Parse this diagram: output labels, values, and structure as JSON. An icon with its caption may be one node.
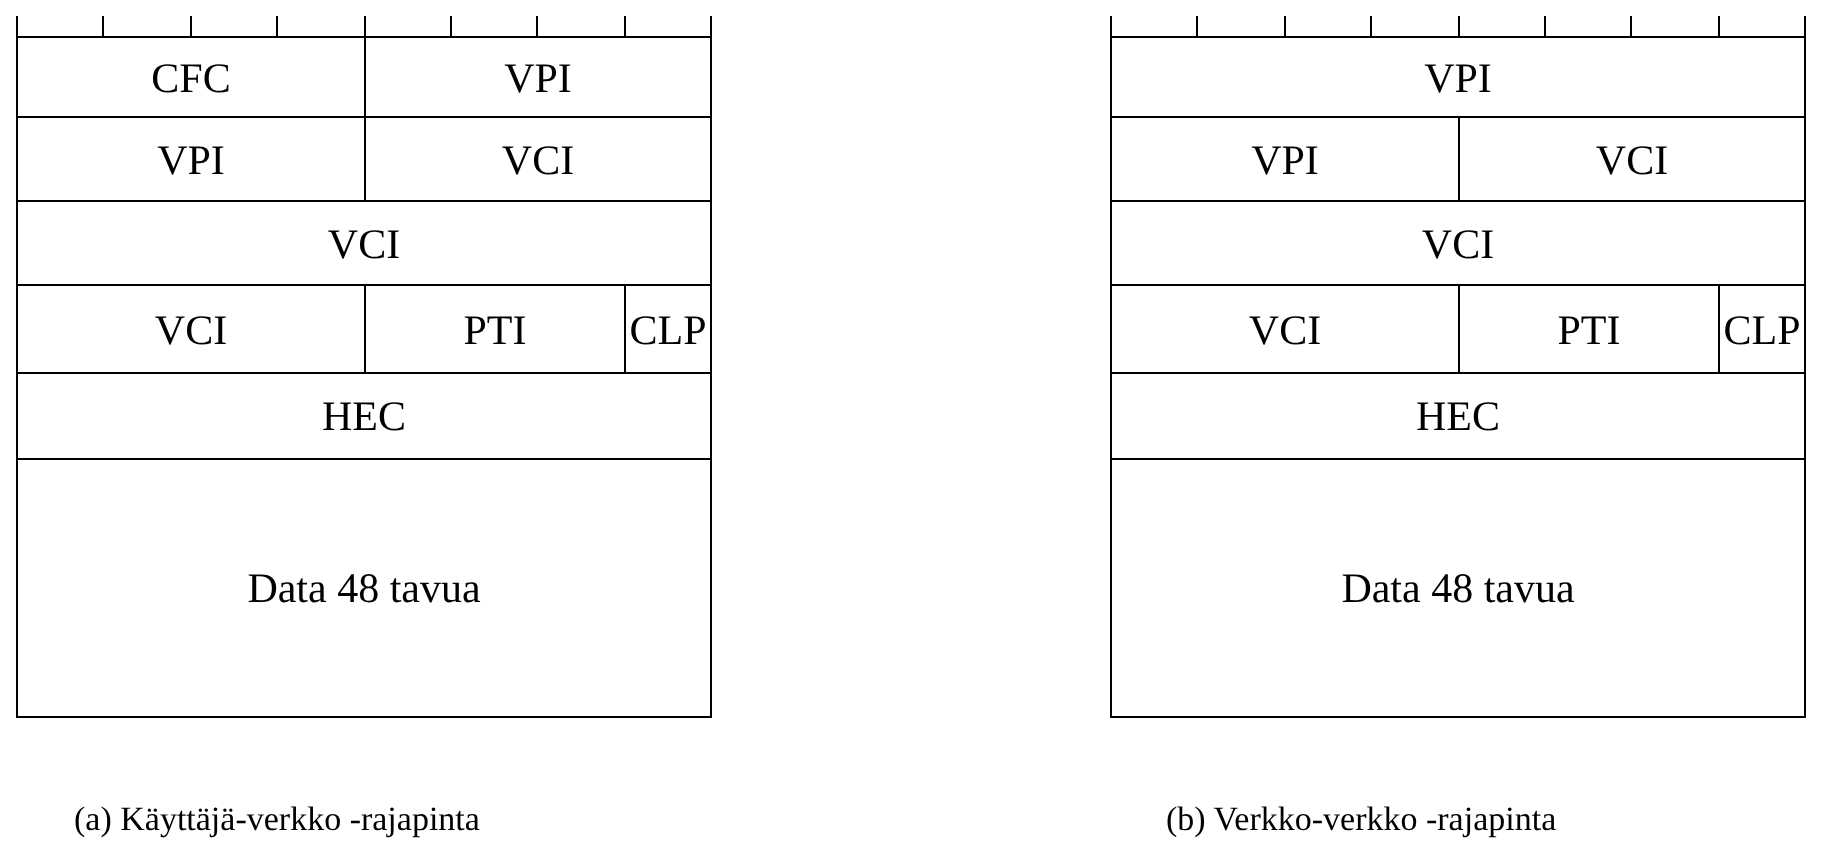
{
  "diagram": {
    "labels": [
      "CFC",
      "VPI",
      "VPI",
      "VCI",
      "VCI",
      "VCI",
      "PTI",
      "CLP",
      "HEC",
      "Data 48 tavua",
      "VPI",
      "VPI",
      "VCI",
      "VCI",
      "VCI",
      "PTI",
      "CLP",
      "HEC",
      "Data 48 tavua",
      "(a) Käyttäjä-verkko -rajapinta",
      "(b) Verkko-verkko -rajapinta"
    ]
  }
}
